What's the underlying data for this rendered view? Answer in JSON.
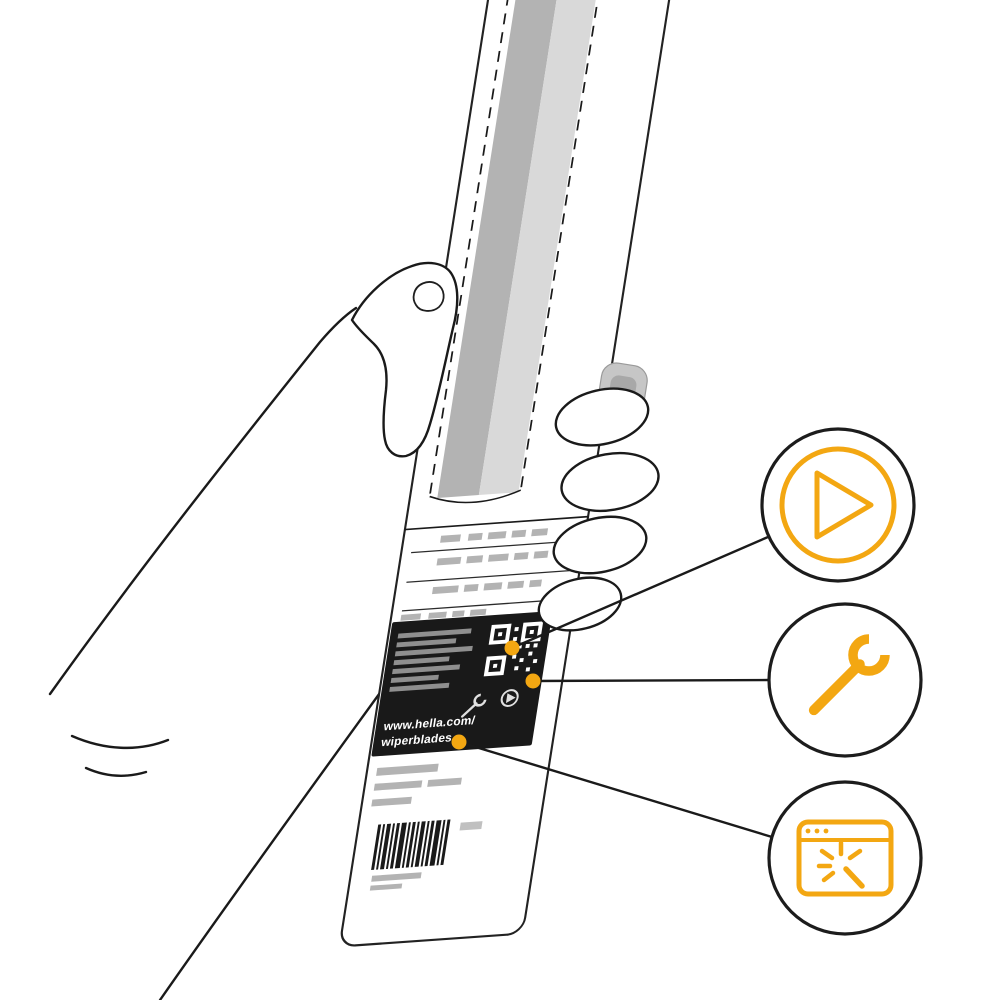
{
  "label": {
    "url_line1": "www.hella.com/",
    "url_line2": "wiperblades"
  },
  "badges": [
    {
      "icon": "play-icon"
    },
    {
      "icon": "wrench-icon"
    },
    {
      "icon": "browser-click-icon"
    }
  ],
  "icons_on_label": [
    {
      "icon": "qr-code"
    },
    {
      "icon": "mini-wrench-icon"
    },
    {
      "icon": "mini-play-icon"
    }
  ],
  "colors": {
    "accent": "#F3A712",
    "ink": "#1A1A1A",
    "gray_mid": "#B3B3B3",
    "gray_light": "#D9D9D9",
    "gray_dark": "#8F8F8F"
  }
}
